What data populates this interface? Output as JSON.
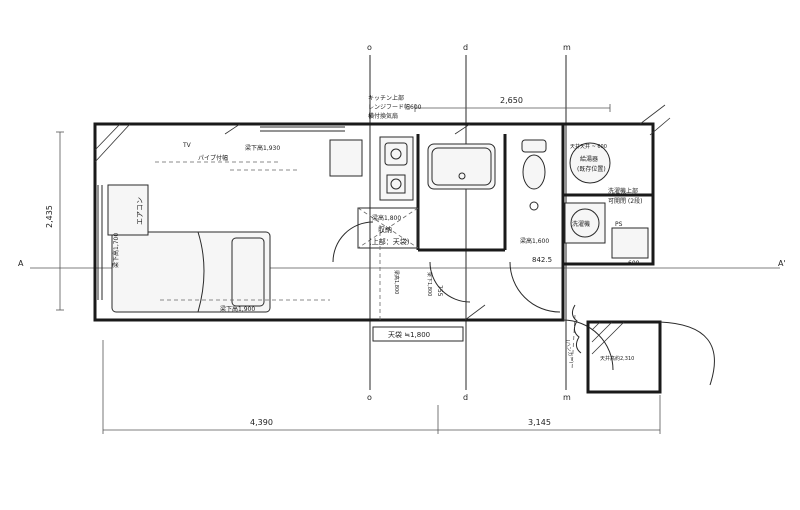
{
  "grid": {
    "col_a": "o",
    "col_b": "d",
    "col_c": "m",
    "row_left": "A",
    "row_right": "A'"
  },
  "dimensions": {
    "top_width": "2,650",
    "left_height": "2,435",
    "bottom_left": "4,390",
    "bottom_right": "3,145",
    "ceiling_bar": "天袋 ≒1,800",
    "closet_depth": "842.5",
    "door_755": "755",
    "width_600": "600"
  },
  "labels": {
    "kitchen_note_1": "キッチン上部",
    "kitchen_note_2": "レンジフード幅600",
    "kitchen_note_3": "横付換気扇",
    "pipe": "パイプ付幅",
    "beam_top": "梁下高1,930",
    "beam_left": "梁下高1,700",
    "beam_bottom": "梁下高1,900",
    "aircon": "エアコン",
    "tv": "TV",
    "storage_1": "収納",
    "storage_2": "(上部：天袋)",
    "beam_closet": "梁高1,800",
    "beam_entry_1": "梁高1,800",
    "beam_entry_2": "梁下1,800",
    "toilet_beam": "梁高1,600",
    "toilet_ceiling": "天井天井 ~ 600",
    "water_heater_1": "給湯器",
    "water_heater_2": "(既存位置)",
    "washer_top_1": "洗濯機上部",
    "washer_top_2": "可開閉 (2段)",
    "washer": "洗濯機",
    "ps": "PS",
    "balcony": "天井高約2,310",
    "handwrite": "(ハンガー)"
  }
}
